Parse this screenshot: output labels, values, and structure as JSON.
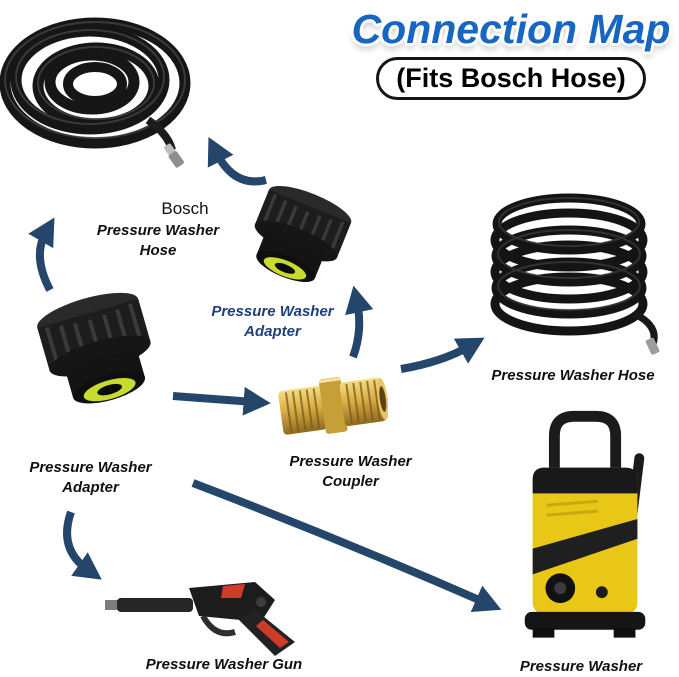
{
  "header": {
    "title": "Connection Map",
    "subtitle": "(Fits Bosch Hose)"
  },
  "nodes": {
    "bosch_hose": {
      "brand": "Bosch",
      "label": "Pressure Washer Hose"
    },
    "adapter_top": {
      "label": "Pressure Washer Adapter"
    },
    "adapter_left": {
      "label": "Pressure Washer Adapter"
    },
    "coupler": {
      "label": "Pressure Washer Coupler"
    },
    "hose_right": {
      "label": "Pressure Washer Hose"
    },
    "gun": {
      "label": "Pressure Washer Gun"
    },
    "washer": {
      "label": "Pressure Washer"
    }
  },
  "images": {
    "bosch_hose_photo": "coiled-black-pressure-hose",
    "adapter_photo": "black-adapter-yellow-ring",
    "coupler_photo": "brass-threaded-coupler",
    "hose_right_photo": "coiled-black-pressure-hose",
    "gun_photo": "black-red-spray-gun",
    "washer_photo": "yellow-pressure-washer-unit"
  },
  "colors": {
    "title_blue": "#1666c2",
    "arrow_navy": "#24466b",
    "adapter_ring_yellow": "#c9da2f",
    "brass_gold": "#d9ae45",
    "washer_yellow": "#e9c716"
  }
}
